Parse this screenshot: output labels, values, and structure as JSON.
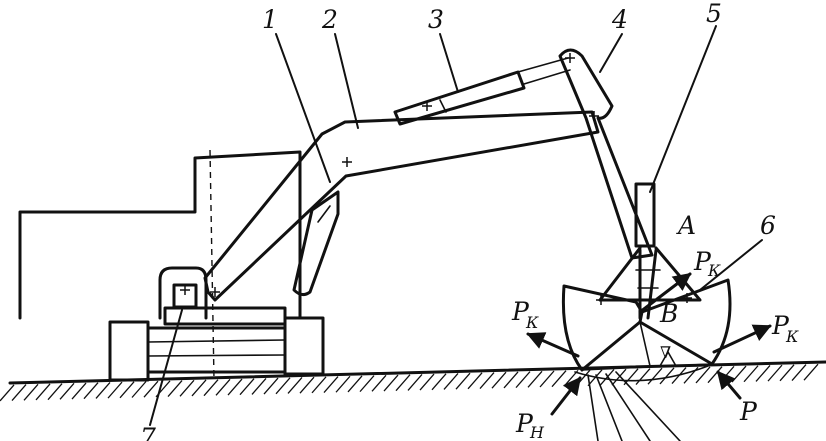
{
  "labels": {
    "n1": "1",
    "n2": "2",
    "n3": "3",
    "n4": "4",
    "n5": "5",
    "n6": "6",
    "n7": "7",
    "pointA": "A",
    "pointB": "B",
    "forceP": "P",
    "forceP_sub": "К",
    "forcePn": "P",
    "forcePn_sub": "Н",
    "forcePlain": "P",
    "groundMark": "∇"
  }
}
